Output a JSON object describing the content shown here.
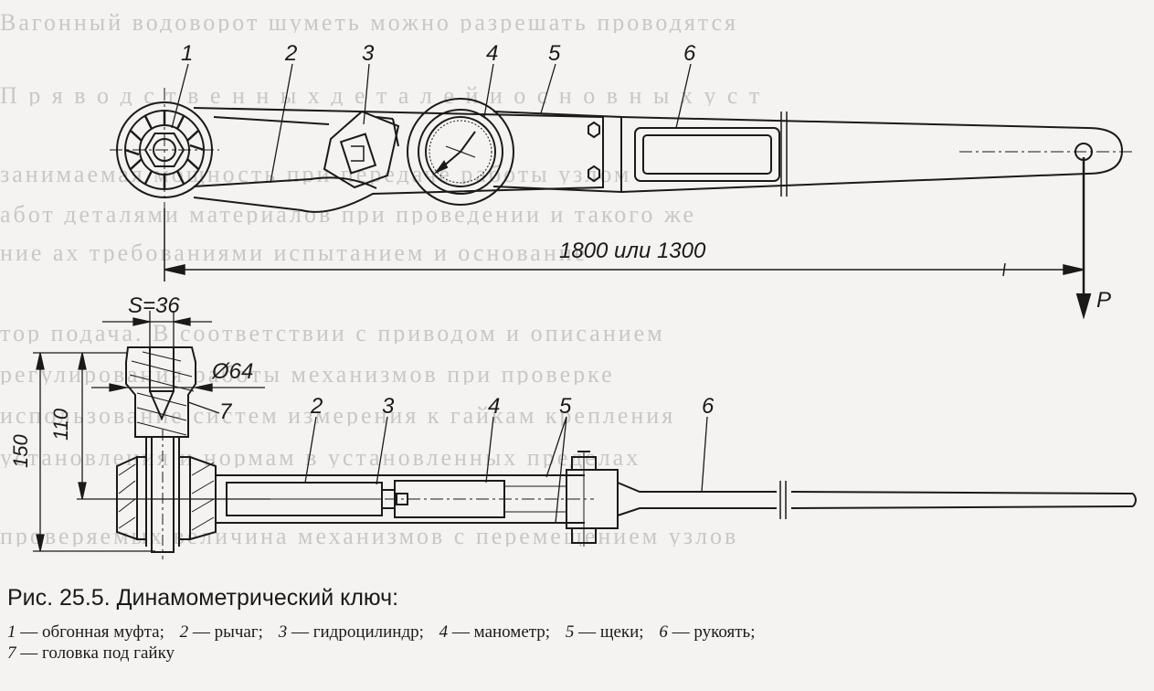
{
  "figure": {
    "callouts_top": [
      "1",
      "2",
      "3",
      "4",
      "5",
      "6"
    ],
    "callouts_bottom": [
      "2",
      "3",
      "4",
      "5",
      "6",
      "7"
    ],
    "dimension_length": "1800 или 1300",
    "force_label": "P",
    "dimension_s": "S=36",
    "dimension_diameter": "Ø64",
    "dimension_110": "110",
    "dimension_150": "150"
  },
  "caption": {
    "title": "Рис. 25.5. Динамометрический ключ:",
    "items": [
      {
        "num": "1",
        "text": "— обгонная муфта;"
      },
      {
        "num": "2",
        "text": "— рычаг;"
      },
      {
        "num": "3",
        "text": "— гидроцилиндр;"
      },
      {
        "num": "4",
        "text": "— манометр;"
      },
      {
        "num": "5",
        "text": "— щеки;"
      },
      {
        "num": "6",
        "text": "— рукоять;"
      },
      {
        "num": "7",
        "text": "— головка под гайку"
      }
    ]
  },
  "colors": {
    "paper": "#f4f3f1",
    "ink": "#1a1a1a",
    "bleed_through": "#c9c7c3"
  }
}
